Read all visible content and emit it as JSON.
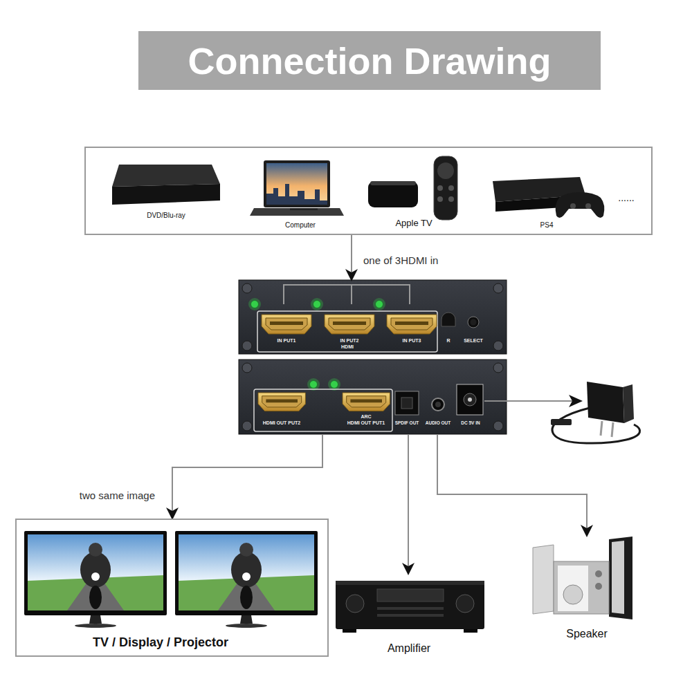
{
  "diagram": {
    "title": "Connection Drawing",
    "nodes": [
      {
        "text": [
          "DVD/Blu-ray",
          "Computer",
          "Apple TV",
          "PS4",
          "......"
        ]
      },
      {
        "text": [
          "IN PUT1",
          "IN PUT2",
          "IN PUT3",
          "HDMI",
          "R",
          "SELECT"
        ]
      },
      {
        "text": [
          "HDMI OUT PUT2",
          "ARC",
          "HDMI OUT PUT1",
          "SPDIF OUT",
          "AUDIO OUT",
          "DC 5V IN"
        ]
      },
      {
        "text": [
          "TV / Display / Projector"
        ]
      },
      {
        "text": [
          "Amplifier"
        ]
      },
      {
        "text": [
          "Speaker"
        ]
      }
    ],
    "edges": [
      {
        "from": 0,
        "to": 1,
        "label": "one of 3HDMI in",
        "arrow": "to"
      },
      {
        "from": 2,
        "to": 3,
        "label": "two same image",
        "arrow": "to"
      },
      {
        "from": 2,
        "to": 4,
        "arrow": "to"
      },
      {
        "from": 2,
        "to": 5,
        "arrow": "to"
      }
    ]
  }
}
